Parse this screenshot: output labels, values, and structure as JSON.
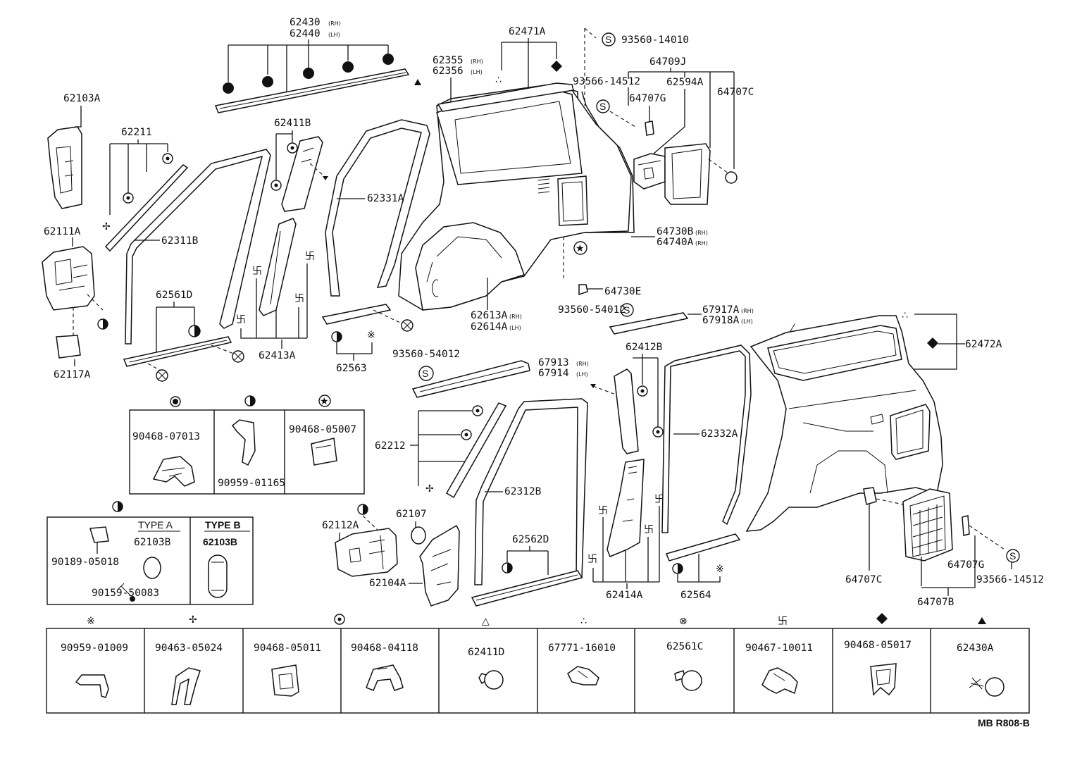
{
  "diagram_code": "MB R808-B",
  "labels": {
    "p62430": "62430",
    "p62440": "62440",
    "rh": "(RH)",
    "lh": "(LH)",
    "p62471A": "62471A",
    "p93560_14010": "93560-14010",
    "p62355": "62355",
    "p62356": "62356",
    "p64709J": "64709J",
    "p93566_14512_a": "93566-14512",
    "p62594A": "62594A",
    "p64707G_a": "64707G",
    "p64707C_a": "64707C",
    "p62103A": "62103A",
    "p62211": "62211",
    "p62411B": "62411B",
    "p62331A": "62331A",
    "p62311B": "62311B",
    "p62111A": "62111A",
    "p64730B": "64730B",
    "p64740A": "64740A",
    "p64730E": "64730E",
    "p62561D": "62561D",
    "p62413A": "62413A",
    "p62117A": "62117A",
    "p62613A": "62613A",
    "p62614A": "62614A",
    "p93560_54012_a": "93560-54012",
    "p67917A": "67917A",
    "p67918A": "67918A",
    "p62563": "62563",
    "p93560_54012_b": "93560-54012",
    "p67913": "67913",
    "p67914": "67914",
    "p62412B": "62412B",
    "p62472A": "62472A",
    "p62212": "62212",
    "p62332A": "62332A",
    "p62312B": "62312B",
    "p62112A": "62112A",
    "p62107": "62107",
    "p62104A": "62104A",
    "p62562D": "62562D",
    "p62414A": "62414A",
    "p62564": "62564",
    "p64707C_b": "64707C",
    "p64707G_b": "64707G",
    "p93566_14512_b": "93566-14512",
    "p64707B": "64707B"
  },
  "legend_top": [
    {
      "part": "90468-07013"
    },
    {
      "part": "90959-01165"
    },
    {
      "part": "90468-05007"
    }
  ],
  "legend_mid": {
    "type_a": "TYPE A",
    "type_b": "TYPE B",
    "part_a": "62103B",
    "part_b": "62103B",
    "screw1": "90189-05018",
    "screw2": "90159-50083"
  },
  "legend_bottom": [
    {
      "symbol": "※",
      "part": "90959-01009"
    },
    {
      "symbol": "✢",
      "part": "90463-05024"
    },
    {
      "symbol": "◎",
      "part": "90468-05011"
    },
    {
      "symbol": "",
      "part": "90468-04118"
    },
    {
      "symbol": "△",
      "part": "62411D"
    },
    {
      "symbol": "∴",
      "part": "67771-16010"
    },
    {
      "symbol": "⊗",
      "part": "62561C"
    },
    {
      "symbol": "卐",
      "part": "90467-10011"
    },
    {
      "symbol": "◈",
      "part": "90468-05017"
    },
    {
      "symbol": "▲",
      "part": "62430A"
    }
  ]
}
